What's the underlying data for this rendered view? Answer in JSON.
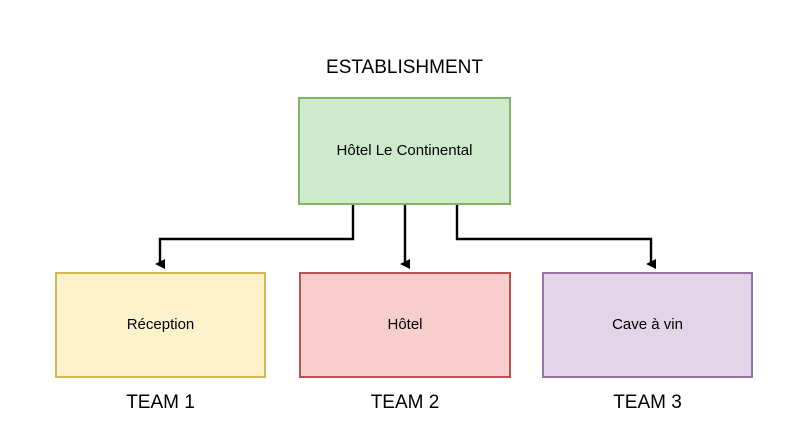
{
  "diagram": {
    "root": {
      "caption": "ESTABLISHMENT",
      "label": "Hôtel Le Continental",
      "fill": "#cdeacd",
      "stroke": "#82b366"
    },
    "children": [
      {
        "caption": "TEAM 1",
        "label": "Réception",
        "fill": "#fdf2cc",
        "stroke": "#d6b656"
      },
      {
        "caption": "TEAM 2",
        "label": "Hôtel",
        "fill": "#f8cecc",
        "stroke": "#b85450"
      },
      {
        "caption": "TEAM 3",
        "label": "Cave à vin",
        "fill": "#e1d5e7",
        "stroke": "#9673a6"
      }
    ],
    "connector_color": "#000000"
  }
}
